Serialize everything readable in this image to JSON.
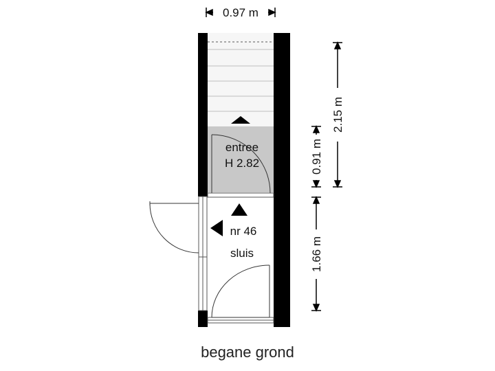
{
  "dimensions": {
    "width": "0.97 m",
    "height_total": "2.15 m",
    "height_entree": "0.91 m",
    "height_sluis": "1.66 m"
  },
  "rooms": {
    "entree": {
      "name": "entree",
      "height": "H 2.82"
    },
    "sluis": {
      "name": "sluis",
      "number": "nr 46"
    }
  },
  "floor_label": "begane grond",
  "colors": {
    "wall": "#000000",
    "entree_floor": "#c8c8c8",
    "stairs": "#f4f4f4",
    "line": "#333333"
  }
}
